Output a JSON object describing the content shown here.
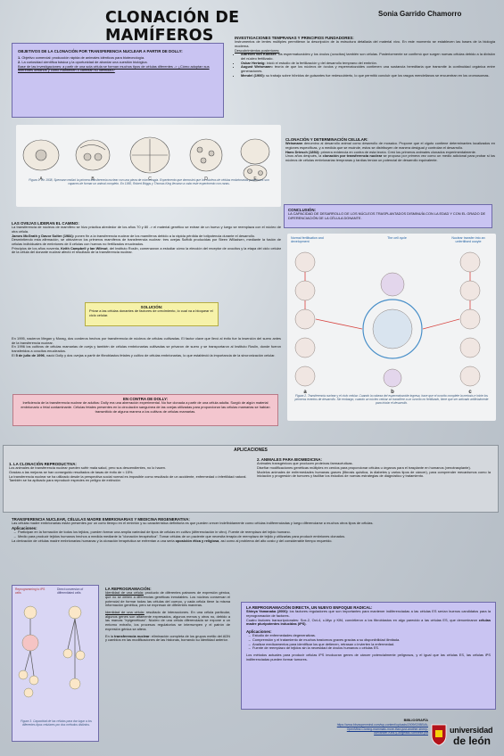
{
  "title": "CLONACIÓN DE MAMÍFEROS",
  "author": "Sonia Garrido Chamorro",
  "objectives": {
    "heading": "OBJETIVOS DE LA CLONACIÓN POR TRANSFERENCIA NUCLEAR A PARTIR DE DOLLY:",
    "item1_num": "1.",
    "item1": "Objetivo comercial: producción rápida de animales idénticos para biotecnología.",
    "item2_num": "2.",
    "item2": "La curiosidad científica básica y la oportunidad de abordar una cuestión biológica.",
    "item3": "Base de las investigaciones: a partir de una sola célula se forman muchos tipos de células diferentes -> ¿Cómo adoptan sus diferentes destinos y cómo mantienen o cambian su identidad?"
  },
  "early": {
    "heading": "INVESTIGACIONES TEMPRANAS Y PRINCIPIOS FUNDADORES:",
    "intro": "Instrumentos de lentes múltiples permitieron la descripción de la estructura detallada del material vivo. En este momento se establecen las bases de la biología moderna.",
    "sub": "Descubrimientos posteriores:",
    "bullets": [
      {
        "name": "Albrecht von Kölliker:",
        "text": "los espermatozoides y los óvulos (ovocitos) también son células. Posteriormente se confirmó que surgen nuevas células debido a la división del núcleo fertilizado."
      },
      {
        "name": "Oskar Hertwig:",
        "text": "inició el estudio de la fertilización y del desarrollo temprano del embrión."
      },
      {
        "name": "August Weismann:",
        "text": "teoría de que los núcleos de óvulos y espermatozoides contienen una sustancia hereditaria que transmite la continuidad orgánica entre generaciones."
      },
      {
        "name": "Mendel (1900):",
        "text": "su trabajo sobre híbridos de guisantes fue redescubierto, lo que permitió concluir que los rasgos mendelianos se encuentran en los cromosomas."
      }
    ]
  },
  "fig1": {
    "labels": [
      "A",
      "B",
      "C",
      "D",
      "E"
    ],
    "caption": "Figura 1. En 1938, Spemann realizó la primera transferencia nuclear con una pieza de microcirugía. Experimento que demostró que los núcleos de células embrionarias posteriores son capaces de formar un animal completo. En 1950, Robert Briggs y Thomas King llevaron a cabo este experimento con ranas."
  },
  "cloning": {
    "heading": "CLONACIÓN Y DETERMINACIÓN CELULAR:",
    "p1_name": "Weismann",
    "p1": "denomino al desarrollo animal como desarrollo de mosaico. Propone que el cigoto contiene determinantes localizados en regiones específicas, y a medida que se escinde, estos se distribuyen de manera desigual y controlan el desarrollo.",
    "p2_name": "Hans Driesch (1892):",
    "p2": "primera evidencia en contra de esta teoría. Creó los primeros animales clonados experimentalmente.",
    "p3_pre": "Unos años después, la",
    "p3_bold": "clonación por transferencia nuclear",
    "p3": "se propuso por primera vez como un medio adicional para probar si los núcleos de células embrionarias tempranas y tardías tenían un potencial de desarrollo equivalente."
  },
  "conclusion": {
    "heading": "CONCLUSIÓN:",
    "text": "LA CAPACIDAD DE DESARROLLO DE LOS NÚCLEOS TRASPLANTADOS DISMINUÍA CON LA EDAD Y CON EL GRADO DE DIFERENCIACIÓN DE LA CÉLULA DONANTE."
  },
  "sheep": {
    "heading": "LAS OVEJAS LIDERAN EL CAMINO:",
    "p1": "La transferencia de núcleos de mamífero se hizo práctica alrededor de los años 70 y 80 -> el material genético se extrae de un huevo y luego se reemplaza con el núcleo de otra célula.",
    "p2_name": "James McGrath y Davor Solter (1984):",
    "p2": "ponen fin a la transferencia nuclear de los mamíferos debido a la rápida pérdida de totipotencia durante el desarrollo.",
    "p3": "Desmintiendo esta afirmación, se obtuvieron los primeros mamíferos de transferencia nuclear: tres ovejas Suffolk producidas por Steen Willadsen, mediante la fusión de células individuales de embriones de 8 células con huevos no fertilizados enucleados.",
    "p4_pre": "Principios de los años noventa,",
    "p4_name": "Keith Campbell y Ian Wilmut",
    "p4": ", del Instituto Roslin, comenzaron a estudiar cómo la elección del receptor de ovocitos y la etapa del ciclo celular de la célula del donante nuclear afectó el resultado de la transferencia nuclear."
  },
  "solution": {
    "heading": "SOLUCIÓN:",
    "text": "Privar a las células donantes de factores de crecimiento, lo cual va a bloquear el ciclo celular."
  },
  "dolly": {
    "p1": "En 1995, nacieron Megan y Morag, dos corderos hechos por transferencia de núcleos de células cultivadas. El factor clave que llevó al éxito fue la inserción del suero antes de la transferencia nuclear.",
    "p2": "En 1996 los cultivos de células mamarias de oveja y también de células embrionarias cultivadas se privaron de suero y se transportaron al Instituto Roslin, donde fueron transferidos a ovocitos enucleados.",
    "p3_pre": "El",
    "p3_date": "5 de julio de 1996",
    "p3": ", nació Dolly y dos ovejas a partir de fibroblastos fetales y cultivo de células embrionarias, lo que estableció la importancia de la sincronización celular."
  },
  "against": {
    "heading": "EN CONTRA DE DOLLY:",
    "text": "Ineficiencia de la transferencia nuclear de adultos: Dolly era una aberración experimental. No fue clonada a partir de una célula adulta. Surgió de algún material embrionario o fetal contaminante. Células fetales presentes en la circulación sanguínea de las ovejas utilizadas para proporcionar las células mamarias se habían transmitido de alguna manera a los cultivos de células mamarias."
  },
  "fig2": {
    "col1": "Normal fertilisation and development",
    "col2": "The cell cycle",
    "col3": "Nuclear transfer into an unfertilised oocyte",
    "labels": [
      "a",
      "b",
      "c"
    ],
    "caption": "Figura 2. Transferencia nuclear y el ciclo celular. Cuando la cabeza del espermatozoide ingresa, hace que el ovocito complete la meiosis e inicie los primeros eventos de desarrollo. Sin embargo, cuando un núcleo celular se transfiere a un ovocito no fertilizado, tiene que ser activado artificialmente para iniciar el desarrollo."
  },
  "applications": {
    "heading": "APLICACIONES",
    "repro_heading": "1. LA CLONACIÓN REPRODUCTIVA:",
    "repro": [
      "Los animales de transferencia nuclear pueden sufrir mala salud, pero sus descendientes, no lo hacen.",
      "Gracias a las mejoras se han conseguido resultados de tasas de éxito de ≈ 15%.",
      "La transferencia nuclear se ha utilizado desde la perspectiva social normal es imposible como resultado de un accidente, enfermedad o infertilidad natural.",
      "También se ha aplicado para reproducir especies en peligro de extinción"
    ],
    "bio_heading": "2. ANIMALES PARA BIOMEDICINA:",
    "bio": [
      "Animales transgénicos que producen proteínas farmacéuticas.",
      "Diseñar modificaciones genéticas múltiples en cerdos para proporcionar células u órganos para el trasplante en humanos (xenotrasplante).",
      "Modelos animales de enfermedades humanas graves (fibrosis quística, la diabetes y varios tipos de cáncer), para comprender mecanismos como la iniciación y progresión de tumores y facilitar los estudios de nuevas estrategias de diagnóstico y tratamiento."
    ]
  },
  "therapeutic": {
    "heading": "TRANSFERENCIA NUCLEAR, CÉLULAS MADRE EMBRIONARIAS Y MEDICINA REGENERATIVA:",
    "intro": "Las células madre embrionarias están presentes por un corto tiempo en el embrión y su característica definitoria es que pueden crecer indefinidamente como células indiferenciadas y luego diferenciarse a muchos otros tipos de células.",
    "apps": "Aplicaciones:",
    "bullets": [
      "Participan en la formación de todos los tejidos, pueden formar una amplia variedad de tipos de células en cultivo (diferenciación in vitro). Fuente de reemplazo del tejido humano.",
      "Medio para producir tejidos humanos hechos a medida mediante la \"clonación terapéutica\". Tomar células de un paciente que necesita terapia de reemplazo de tejido y utilizarlas para producir embriones clonados."
    ],
    "outro_pre": "La derivación de células madre embrionarias humanas y la clonación terapéutica se enfrentan a una seria",
    "outro_bold": "oposición ética y religiosa",
    "outro": ", así como al problema del alto costo y del considerable tiempo requerido."
  },
  "fig3": {
    "left": "Reprogramming to iPS cells",
    "right": "Direct conversion of differentiated cells",
    "caption": "Figura 3. Capacidad de las células para dar lugar a los diferentes tipos celulares por dos métodos distintos."
  },
  "reprog": {
    "heading": "LA REPROGRAMACIÓN:",
    "p1_u": "Identidad de una célula:",
    "p1": "producto de diferentes patrones de expresión génica, que no se deben a diferencias genéticas inmutables. Los núcleos conservan el potencial de formar todas las células del cuerpo, y cada célula tiene la misma información genética, pero se expresan de diferentes maneras.",
    "p2_u": "Identidad de una célula:",
    "p2": "resultado de interacciones. En una célula particular, algunos genes son altamente expresados, algunos menos y otros no, debido a las marcas \"epigenéticas\". Núcleo de una célula diferenciada se expone a un entorno extraño, los procesos regulatorios se interrumpen y el patrón de expresión génica se altera.",
    "p3_pre": "En la",
    "p3_bold": "transferencia nuclear",
    "p3": ": eliminación completa de los grupos metilo del ADN y cambios en las modificaciones de las histonas, borrando su identidad anterior."
  },
  "ips": {
    "heading": "LA REPROGRAMACIÓN DIRECTA, UN NUEVO ENFOQUE RADICAL:",
    "p1_name": "Shinya Yamanaka (2006):",
    "p1": "los factores reguladores que son importantes para mantener indiferenciadas a las células ES serían buenos candidatos para la reprogramación de factores.",
    "p2_pre": "Cuatro factores transcripcionales: Sox-2, Oct-4, c-Myc y Klf4, convirtieron a los fibroblastos en algo parecido a las células ES, que denominaron",
    "p2_bold": "células madre pluripotentes inducidas (iPS)",
    "p2_end": ".",
    "apps": "Aplicaciones:",
    "bullets": [
      "Estudio de enfermedades degenerativas.",
      "Comprensión y el tratamiento de muchos trastornos graves gracias a su disponibilidad ilimitada.",
      "Analizar medicamentos para identificar los que detienen, retrasan o invierten la enfermedad.",
      "Fuente de reemplazo de tejidos sin la necesidad de óvulos humanos o células ES."
    ],
    "outro": "Los métodos actuales para producir células iPS involucran genes de cáncer potencialmente peligrosos, y el igual que las células ES, las células iPS indiferenciadas pueden formar tumores."
  },
  "biblio": {
    "heading": "BIBLIOGRAFÍA",
    "l1": "https://www.bbvaopenmind.com/wp-content/uploads/2009/02/BBVA-",
    "l2": "OpenMind-Cloning-mammals-more-than-just-another-sheep-",
    "l3": "Alexander-Kind-y-Angelika-Schnieke.pdf"
  },
  "logo": {
    "line1": "universidad",
    "line2": "de león"
  }
}
